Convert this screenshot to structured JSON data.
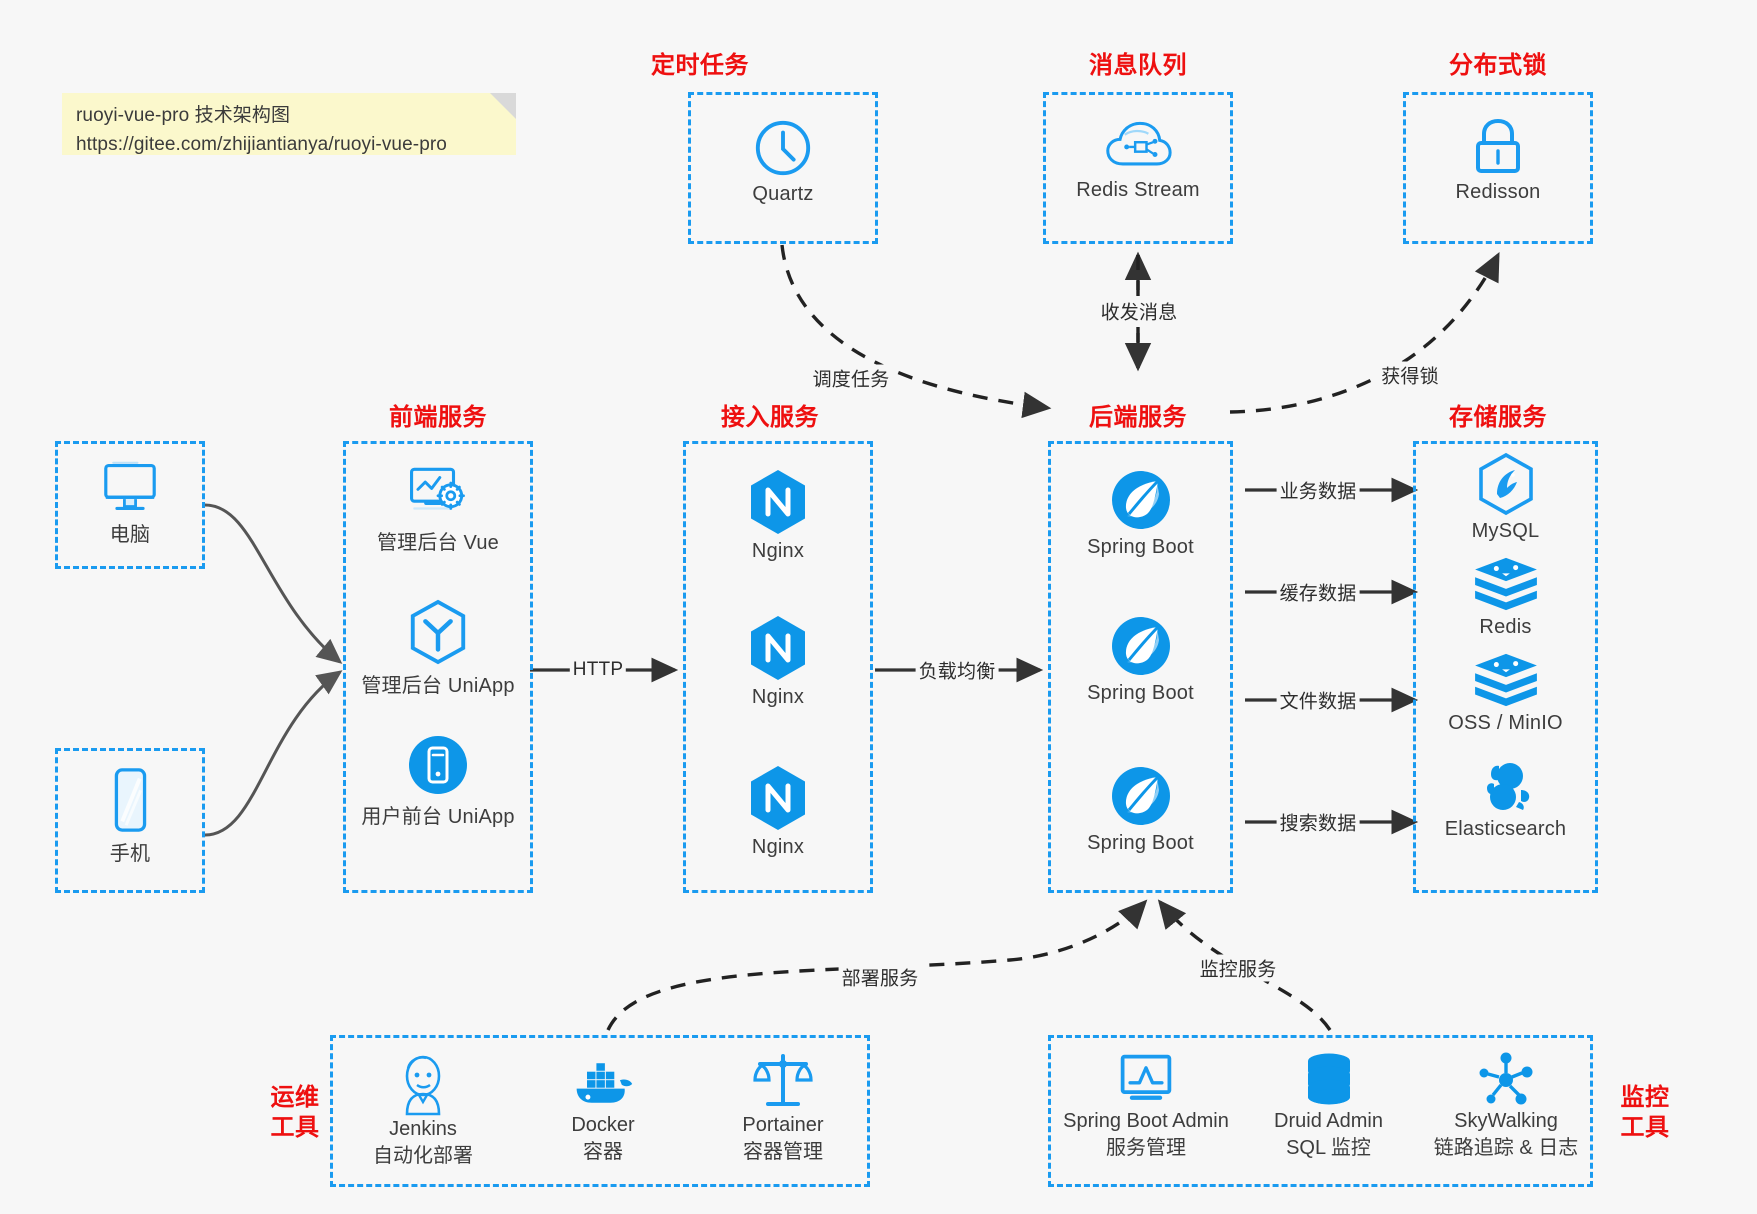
{
  "note": {
    "line1": "ruoyi-vue-pro 技术架构图",
    "line2": "https://gitee.com/zhijiantianya/ruoyi-vue-pro"
  },
  "colors": {
    "box_border": "#1a9bf0",
    "group_title": "#ee1010",
    "icon_blue": "#1a9bf0",
    "background": "#f7f7f7",
    "edge": "#333333",
    "note_bg": "#fbf8cc"
  },
  "groups": {
    "scheduled_task": {
      "title": "定时任务"
    },
    "message_queue": {
      "title": "消息队列"
    },
    "distributed_lock": {
      "title": "分布式锁"
    },
    "frontend_service": {
      "title": "前端服务"
    },
    "access_service": {
      "title": "接入服务"
    },
    "backend_service": {
      "title": "后端服务"
    },
    "storage_service": {
      "title": "存储服务"
    },
    "devops_tools": {
      "title_line1": "运维",
      "title_line2": "工具"
    },
    "monitor_tools": {
      "title_line1": "监控",
      "title_line2": "工具"
    }
  },
  "nodes": {
    "quartz": {
      "label": "Quartz",
      "icon": "clock-icon"
    },
    "redis_stream": {
      "label": "Redis Stream",
      "icon": "cloud-network-icon"
    },
    "redisson": {
      "label": "Redisson",
      "icon": "lock-icon"
    },
    "computer": {
      "label": "电脑",
      "icon": "desktop-monitor-icon"
    },
    "phone": {
      "label": "手机",
      "icon": "smartphone-icon"
    },
    "frontend": [
      {
        "label": "管理后台 Vue",
        "icon": "dashboard-gear-icon"
      },
      {
        "label": "管理后台 UniApp",
        "icon": "hexagon-uniapp-icon"
      },
      {
        "label": "用户前台 UniApp",
        "icon": "mobile-app-icon"
      }
    ],
    "access": [
      {
        "label": "Nginx",
        "icon": "nginx-icon"
      },
      {
        "label": "Nginx",
        "icon": "nginx-icon"
      },
      {
        "label": "Nginx",
        "icon": "nginx-icon"
      }
    ],
    "backend": [
      {
        "label": "Spring Boot",
        "icon": "spring-boot-icon"
      },
      {
        "label": "Spring Boot",
        "icon": "spring-boot-icon"
      },
      {
        "label": "Spring Boot",
        "icon": "spring-boot-icon"
      }
    ],
    "storage": [
      {
        "label": "MySQL",
        "icon": "mysql-icon"
      },
      {
        "label": "Redis",
        "icon": "redis-icon"
      },
      {
        "label": "OSS / MinIO",
        "icon": "redis-icon"
      },
      {
        "label": "Elasticsearch",
        "icon": "elasticsearch-icon"
      }
    ],
    "devops": [
      {
        "label": "Jenkins",
        "sublabel": "自动化部署",
        "icon": "jenkins-icon"
      },
      {
        "label": "Docker",
        "sublabel": "容器",
        "icon": "docker-icon"
      },
      {
        "label": "Portainer",
        "sublabel": "容器管理",
        "icon": "scales-icon"
      }
    ],
    "monitor": [
      {
        "label": "Spring Boot Admin",
        "sublabel": "服务管理",
        "icon": "monitor-chart-icon"
      },
      {
        "label": "Druid Admin",
        "sublabel": "SQL 监控",
        "icon": "database-icon"
      },
      {
        "label": "SkyWalking",
        "sublabel": "链路追踪 & 日志",
        "icon": "skywalking-icon"
      }
    ]
  },
  "edges": {
    "schedule_task": "调度任务",
    "send_receive_message": "收发消息",
    "acquire_lock": "获得锁",
    "http": "HTTP",
    "load_balance": "负载均衡",
    "business_data": "业务数据",
    "cache_data": "缓存数据",
    "file_data": "文件数据",
    "search_data": "搜索数据",
    "deploy_service": "部署服务",
    "monitor_service": "监控服务"
  }
}
